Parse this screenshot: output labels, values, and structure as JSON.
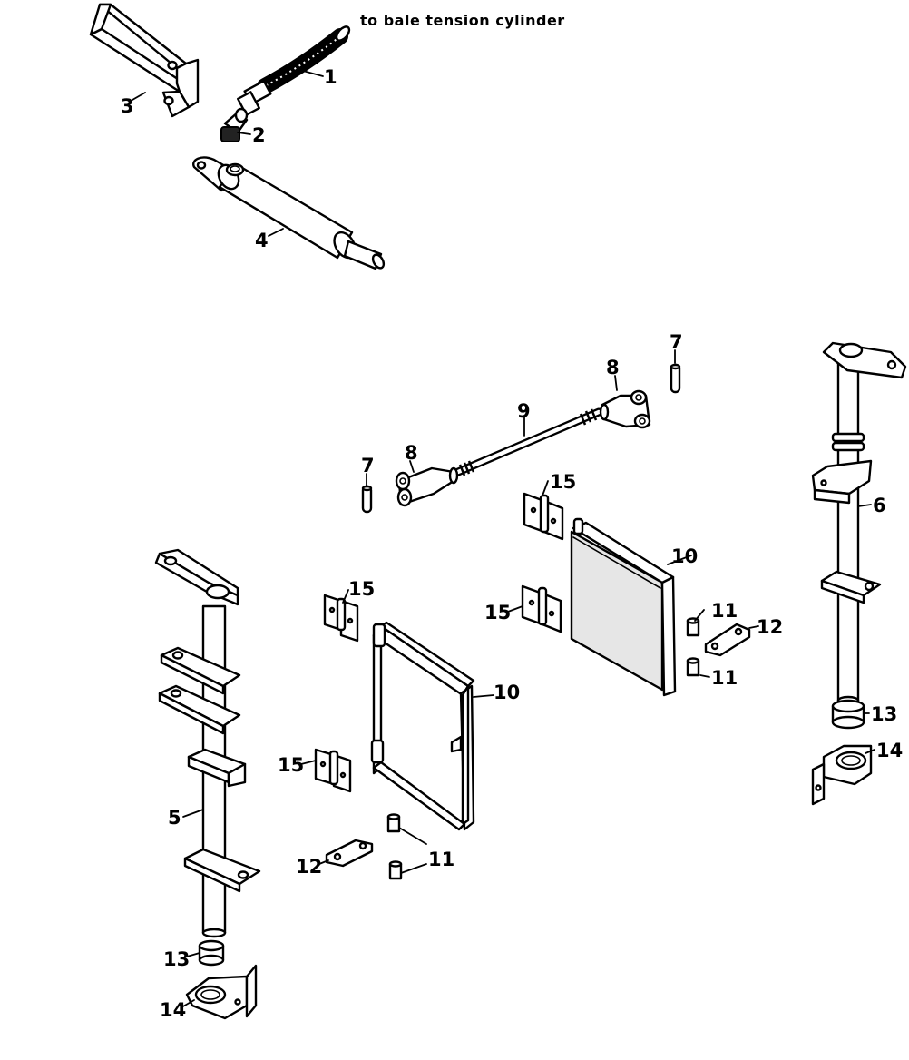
{
  "caption": "to bale tension cylinder",
  "callouts": {
    "c1": "1",
    "c2": "2",
    "c3": "3",
    "c4": "4",
    "c5": "5",
    "c6": "6",
    "c7a": "7",
    "c7b": "7",
    "c8a": "8",
    "c8b": "8",
    "c9": "9",
    "c10a": "10",
    "c10b": "10",
    "c11a": "11",
    "c11b": "11",
    "c11c": "11",
    "c12a": "12",
    "c12b": "12",
    "c13a": "13",
    "c13b": "13",
    "c14a": "14",
    "c14b": "14",
    "c15a": "15",
    "c15b": "15",
    "c15c": "15",
    "c15d": "15"
  },
  "colors": {
    "line": "#000000",
    "paper": "#ffffff",
    "shade": "#e6e6e6"
  }
}
